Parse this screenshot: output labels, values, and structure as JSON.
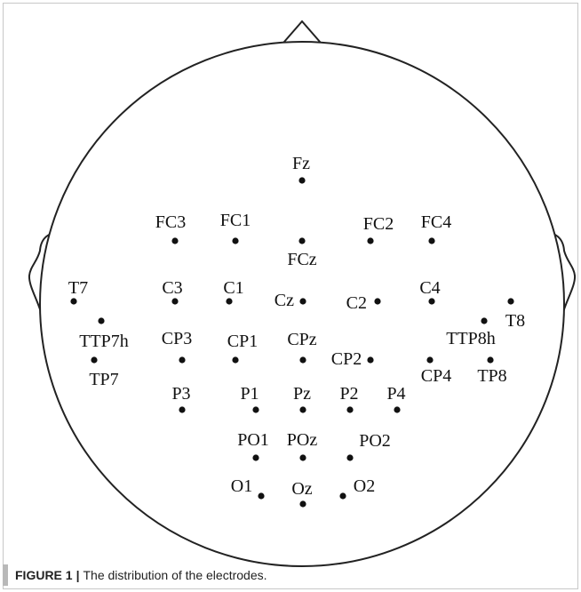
{
  "caption": {
    "label": "FIGURE 1",
    "separator": "|",
    "text": "The distribution of the electrodes."
  },
  "electrodes": [
    {
      "name": "Fz"
    },
    {
      "name": "FC3"
    },
    {
      "name": "FC1"
    },
    {
      "name": "FCz"
    },
    {
      "name": "FC2"
    },
    {
      "name": "FC4"
    },
    {
      "name": "T7"
    },
    {
      "name": "C3"
    },
    {
      "name": "C1"
    },
    {
      "name": "Cz"
    },
    {
      "name": "C2"
    },
    {
      "name": "C4"
    },
    {
      "name": "T8"
    },
    {
      "name": "TTP7h"
    },
    {
      "name": "TTP8h"
    },
    {
      "name": "CP3"
    },
    {
      "name": "CP1"
    },
    {
      "name": "CPz"
    },
    {
      "name": "CP2"
    },
    {
      "name": "CP4"
    },
    {
      "name": "TP7"
    },
    {
      "name": "TP8"
    },
    {
      "name": "P3"
    },
    {
      "name": "P1"
    },
    {
      "name": "Pz"
    },
    {
      "name": "P2"
    },
    {
      "name": "P4"
    },
    {
      "name": "PO1"
    },
    {
      "name": "POz"
    },
    {
      "name": "PO2"
    },
    {
      "name": "O1"
    },
    {
      "name": "Oz"
    },
    {
      "name": "O2"
    }
  ],
  "colors": {
    "outline": "#222222",
    "dot": "#111111",
    "caption_bar": "#b9b9b9"
  }
}
